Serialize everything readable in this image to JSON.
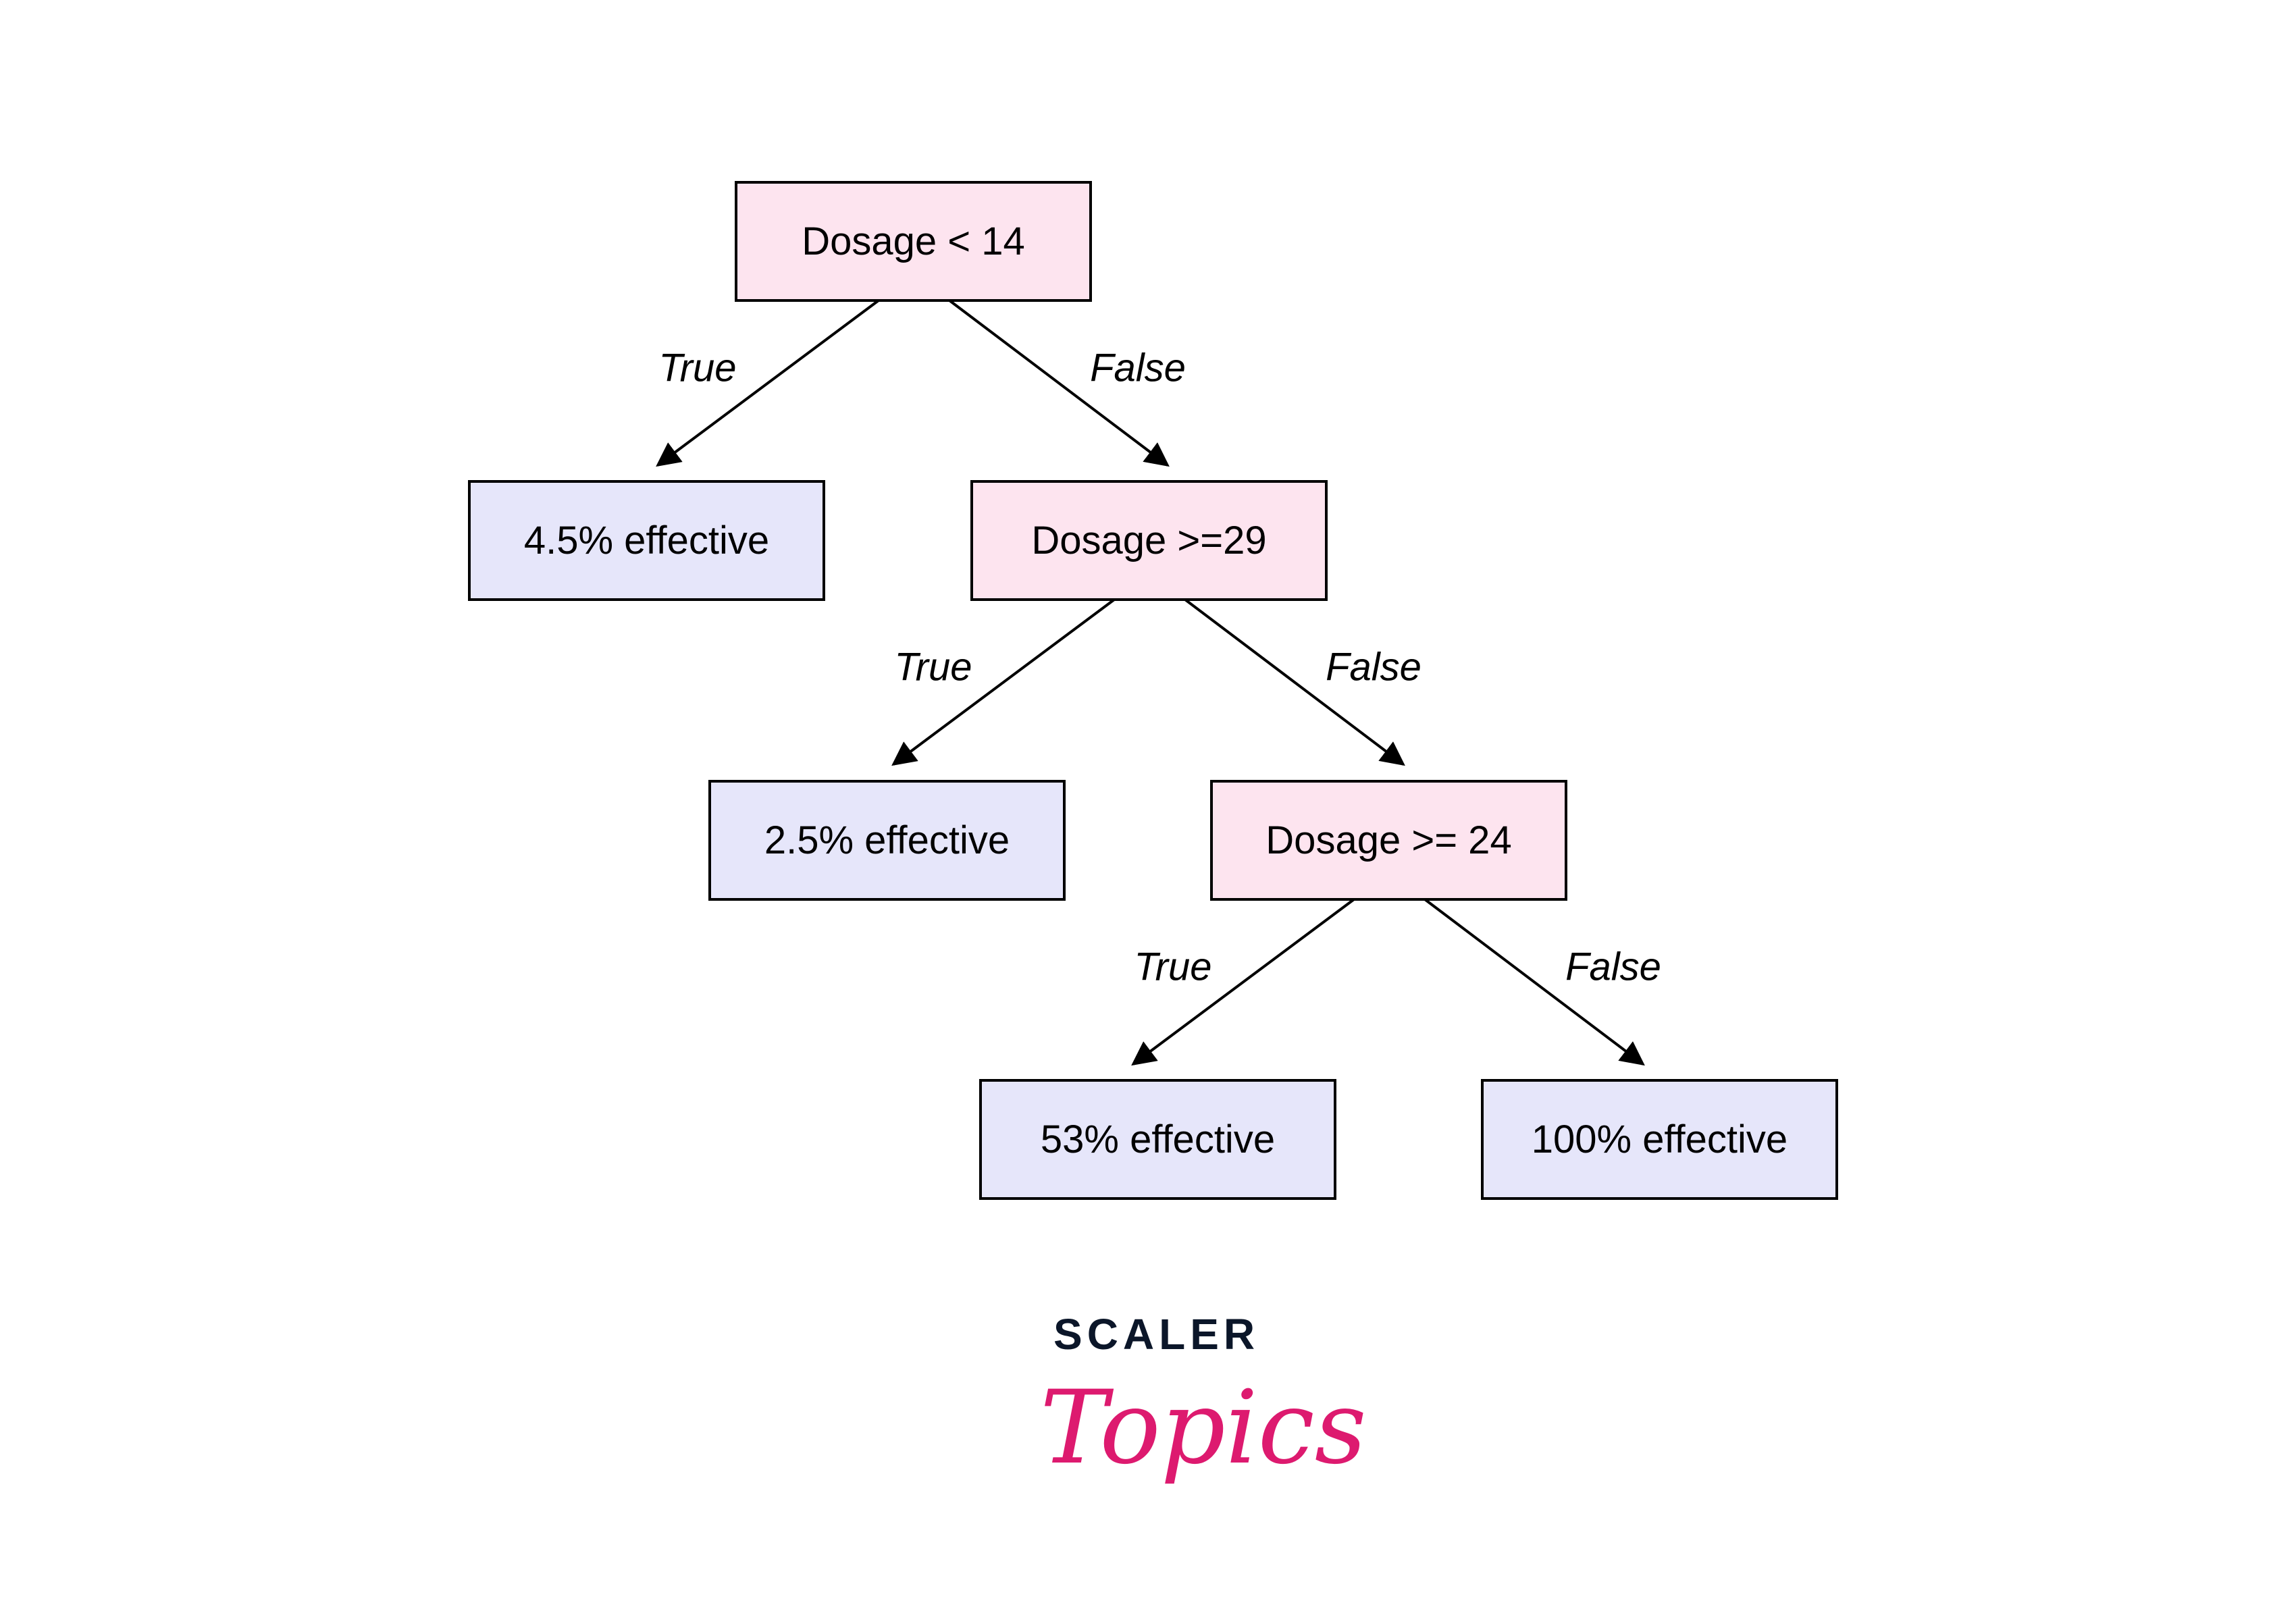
{
  "colors": {
    "decision_fill": "#fde4ef",
    "leaf_fill": "#e6e6fa",
    "stroke": "#000000",
    "logo_dark": "#0b1629",
    "logo_pink": "#dd1a6f"
  },
  "nodes": [
    {
      "id": "n1",
      "label": "Dosage < 14",
      "kind": "decision"
    },
    {
      "id": "l1",
      "label": "4.5% effective",
      "kind": "leaf"
    },
    {
      "id": "n2",
      "label": "Dosage >=29",
      "kind": "decision"
    },
    {
      "id": "l2",
      "label": "2.5% effective",
      "kind": "leaf"
    },
    {
      "id": "n3",
      "label": "Dosage >= 24",
      "kind": "decision"
    },
    {
      "id": "l3",
      "label": "53% effective",
      "kind": "leaf"
    },
    {
      "id": "l4",
      "label": "100% effective",
      "kind": "leaf"
    }
  ],
  "edges": [
    {
      "from": "n1",
      "to": "l1",
      "label": "True"
    },
    {
      "from": "n1",
      "to": "n2",
      "label": "False"
    },
    {
      "from": "n2",
      "to": "l2",
      "label": "True"
    },
    {
      "from": "n2",
      "to": "n3",
      "label": "False"
    },
    {
      "from": "n3",
      "to": "l3",
      "label": "True"
    },
    {
      "from": "n3",
      "to": "l4",
      "label": "False"
    }
  ],
  "logo": {
    "line1": "SCALER",
    "line2": "Topics"
  }
}
